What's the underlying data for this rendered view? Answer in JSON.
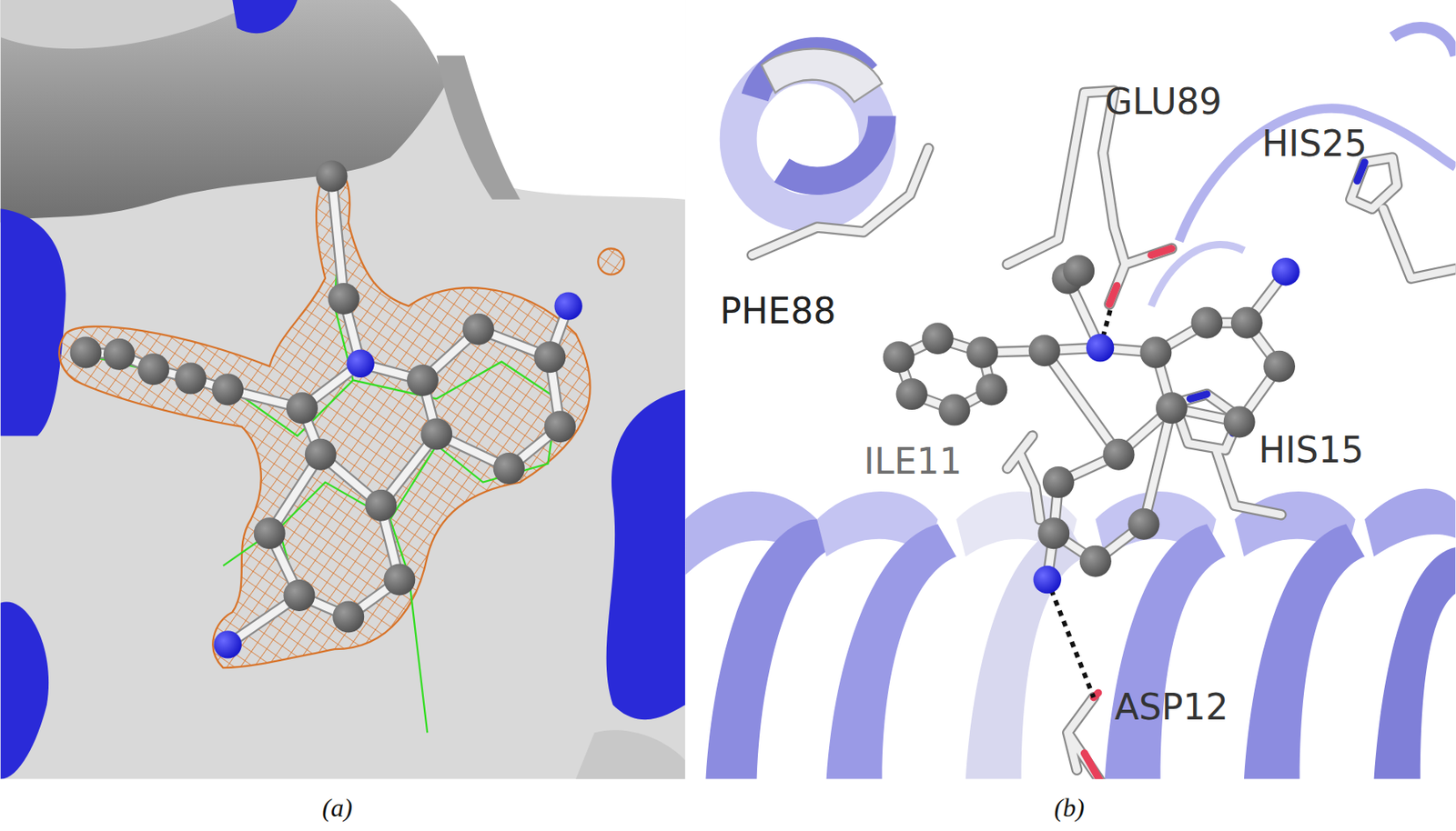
{
  "diagram": {
    "labels": [
      "GLU89",
      "HIS25",
      "PHE88",
      "ILE11",
      "HIS15",
      "ASP12",
      "(a)",
      "(b)"
    ]
  }
}
